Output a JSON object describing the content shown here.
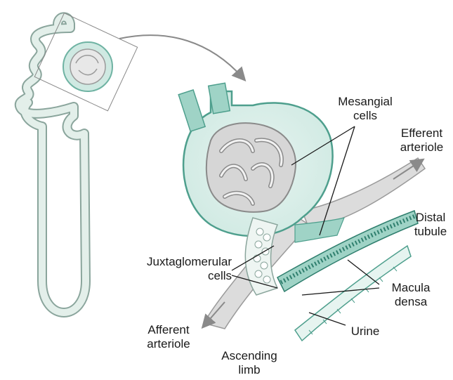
{
  "labels": {
    "mesangial": [
      "Mesangial",
      "cells"
    ],
    "efferent": [
      "Efferent",
      "arteriole"
    ],
    "distal": [
      "Distal",
      "tubule"
    ],
    "juxtaglomerular": [
      "Juxtaglomerular",
      "cells"
    ],
    "macula": [
      "Macula",
      "densa"
    ],
    "afferent": [
      "Afferent",
      "arteriole"
    ],
    "urine": "Urine",
    "ascending": [
      "Ascending",
      "limb"
    ]
  },
  "colors": {
    "tubule_fill": "#e3efea",
    "tubule_stroke": "#8aa59c",
    "teal": "#7fc8b8",
    "teal_dark": "#2f7f6e",
    "vessel": "#d9d9d9",
    "vessel_stroke": "#9a9a9a",
    "leader": "#1a1a1a"
  }
}
